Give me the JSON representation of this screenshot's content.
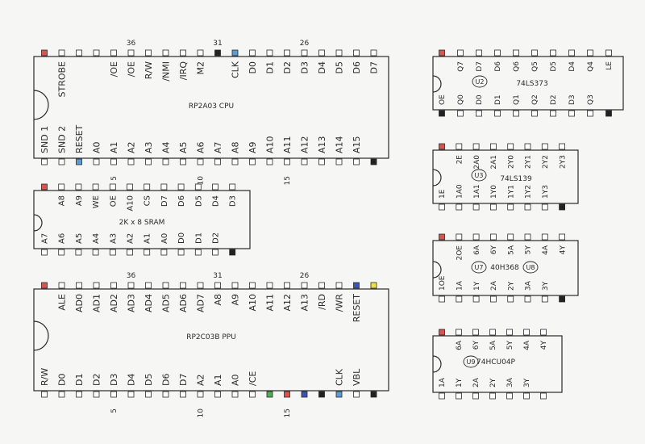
{
  "colors": {
    "paper": "#f6f6f4",
    "ink": "#2a2a2a",
    "pin_empty": "#ffffff",
    "red": "#d9534f",
    "black": "#222222",
    "blue": "#5b9bd5",
    "green": "#4caf50",
    "navy": "#3f51b5",
    "yellow": "#f0e040"
  },
  "chips": {
    "cpu": {
      "name": "RP2A03 CPU",
      "pin_markers": {
        "top": [
          {
            "text": "36",
            "at": 5
          },
          {
            "text": "31",
            "at": 10
          },
          {
            "text": "26",
            "at": 15
          }
        ],
        "bottom": [
          {
            "text": "5",
            "at": 4
          },
          {
            "text": "10",
            "at": 9
          },
          {
            "text": "15",
            "at": 14
          }
        ]
      },
      "top_labels": [
        "",
        "STROBE",
        "",
        "",
        "/OE",
        "/OE",
        "R/W",
        "/NMI",
        "/IRQ",
        "M2",
        "",
        "CLK",
        "D0",
        "D1",
        "D2",
        "D3",
        "D4",
        "D5",
        "D6",
        "D7"
      ],
      "bottom_labels": [
        "SND 1",
        "SND 2",
        "RESET",
        "A0",
        "A1",
        "A2",
        "A3",
        "A4",
        "A5",
        "A6",
        "A7",
        "A8",
        "A9",
        "A10",
        "A11",
        "A12",
        "A13",
        "A14",
        "A15",
        ""
      ],
      "top_pin_colors": [
        "red",
        "",
        "",
        "",
        "",
        "",
        "",
        "",
        "",
        "",
        "black",
        "blue",
        "",
        "",
        "",
        "",
        "",
        "",
        "",
        ""
      ],
      "bottom_pin_colors": [
        "",
        "",
        "blue",
        "",
        "",
        "",
        "",
        "",
        "",
        "",
        "",
        "",
        "",
        "",
        "",
        "",
        "",
        "",
        "",
        "black"
      ]
    },
    "sram": {
      "name": "2K x 8 SRAM",
      "top_labels": [
        "",
        "A8",
        "A9",
        "WE",
        "OE",
        "A10",
        "CS",
        "D7",
        "D6",
        "D5",
        "D4",
        "D3"
      ],
      "bottom_labels": [
        "A7",
        "A6",
        "A5",
        "A4",
        "A3",
        "A2",
        "A1",
        "A0",
        "D0",
        "D1",
        "D2",
        ""
      ],
      "top_pin_colors": [
        "red",
        "",
        "",
        "",
        "",
        "",
        "",
        "",
        "",
        "",
        "",
        ""
      ],
      "bottom_pin_colors": [
        "",
        "",
        "",
        "",
        "",
        "",
        "",
        "",
        "",
        "",
        "",
        "black"
      ]
    },
    "ppu": {
      "name": "RP2C03B PPU",
      "pin_markers": {
        "top": [
          {
            "text": "36",
            "at": 5
          },
          {
            "text": "31",
            "at": 10
          },
          {
            "text": "26",
            "at": 15
          }
        ],
        "bottom": [
          {
            "text": "5",
            "at": 4
          },
          {
            "text": "10",
            "at": 9
          },
          {
            "text": "15",
            "at": 14
          }
        ]
      },
      "top_labels": [
        "",
        "ALE",
        "AD0",
        "AD1",
        "AD2",
        "AD3",
        "AD4",
        "AD5",
        "AD6",
        "AD7",
        "A8",
        "A9",
        "A10",
        "A11",
        "A12",
        "A13",
        "/RD",
        "/WR",
        "RESET",
        ""
      ],
      "bottom_labels": [
        "R/W",
        "D0",
        "D1",
        "D2",
        "D3",
        "D4",
        "D5",
        "D6",
        "D7",
        "A2",
        "A1",
        "A0",
        "/CE",
        "",
        "",
        "",
        "",
        "CLK",
        "VBL",
        ""
      ],
      "top_pin_colors": [
        "red",
        "",
        "",
        "",
        "",
        "",
        "",
        "",
        "",
        "",
        "",
        "",
        "",
        "",
        "",
        "",
        "",
        "",
        "navy",
        "yellow"
      ],
      "bottom_pin_colors": [
        "",
        "",
        "",
        "",
        "",
        "",
        "",
        "",
        "",
        "",
        "",
        "",
        "",
        "green",
        "red",
        "navy",
        "black",
        "blue",
        "",
        "black"
      ]
    },
    "ls373": {
      "name": "74LS373",
      "ref": "U2",
      "top_labels": [
        "",
        "Q7",
        "D7",
        "D6",
        "Q6",
        "Q5",
        "D5",
        "D4",
        "Q4",
        "LE"
      ],
      "bottom_labels": [
        "OE",
        "Q0",
        "D0",
        "D1",
        "Q1",
        "Q2",
        "D2",
        "D3",
        "Q3",
        ""
      ],
      "top_pin_colors": [
        "red",
        "",
        "",
        "",
        "",
        "",
        "",
        "",
        "",
        ""
      ],
      "bottom_pin_colors": [
        "black",
        "",
        "",
        "",
        "",
        "",
        "",
        "",
        "",
        "black"
      ]
    },
    "ls139": {
      "name": "74LS139",
      "ref": "U3",
      "top_labels": [
        "",
        "2E",
        "2A0",
        "2A1",
        "2Y0",
        "2Y1",
        "2Y2",
        "2Y3"
      ],
      "bottom_labels": [
        "1E",
        "1A0",
        "1A1",
        "1Y0",
        "1Y1",
        "1Y2",
        "1Y3",
        ""
      ],
      "top_pin_colors": [
        "red",
        "",
        "",
        "",
        "",
        "",
        "",
        ""
      ],
      "bottom_pin_colors": [
        "",
        "",
        "",
        "",
        "",
        "",
        "",
        "black"
      ]
    },
    "h368": {
      "name": "40H368",
      "refs": [
        "U7",
        "U8"
      ],
      "top_labels": [
        "",
        "2OE",
        "6A",
        "6Y",
        "5A",
        "5Y",
        "4A",
        "4Y"
      ],
      "bottom_labels": [
        "1OE",
        "1A",
        "1Y",
        "2A",
        "2Y",
        "3A",
        "3Y",
        ""
      ],
      "top_pin_colors": [
        "red",
        "",
        "",
        "",
        "",
        "",
        "",
        ""
      ],
      "bottom_pin_colors": [
        "",
        "",
        "",
        "",
        "",
        "",
        "",
        "black"
      ]
    },
    "hcu04": {
      "name": "74HCU04P",
      "ref": "U9",
      "top_labels": [
        "",
        "6A",
        "6Y",
        "5A",
        "5Y",
        "4A",
        "4Y"
      ],
      "bottom_labels": [
        "1A",
        "1Y",
        "2A",
        "2Y",
        "3A",
        "3Y",
        ""
      ],
      "top_pin_colors": [
        "red",
        "",
        "",
        "",
        "",
        "",
        ""
      ],
      "bottom_pin_colors": [
        "",
        "",
        "",
        "",
        "",
        "",
        ""
      ]
    }
  }
}
